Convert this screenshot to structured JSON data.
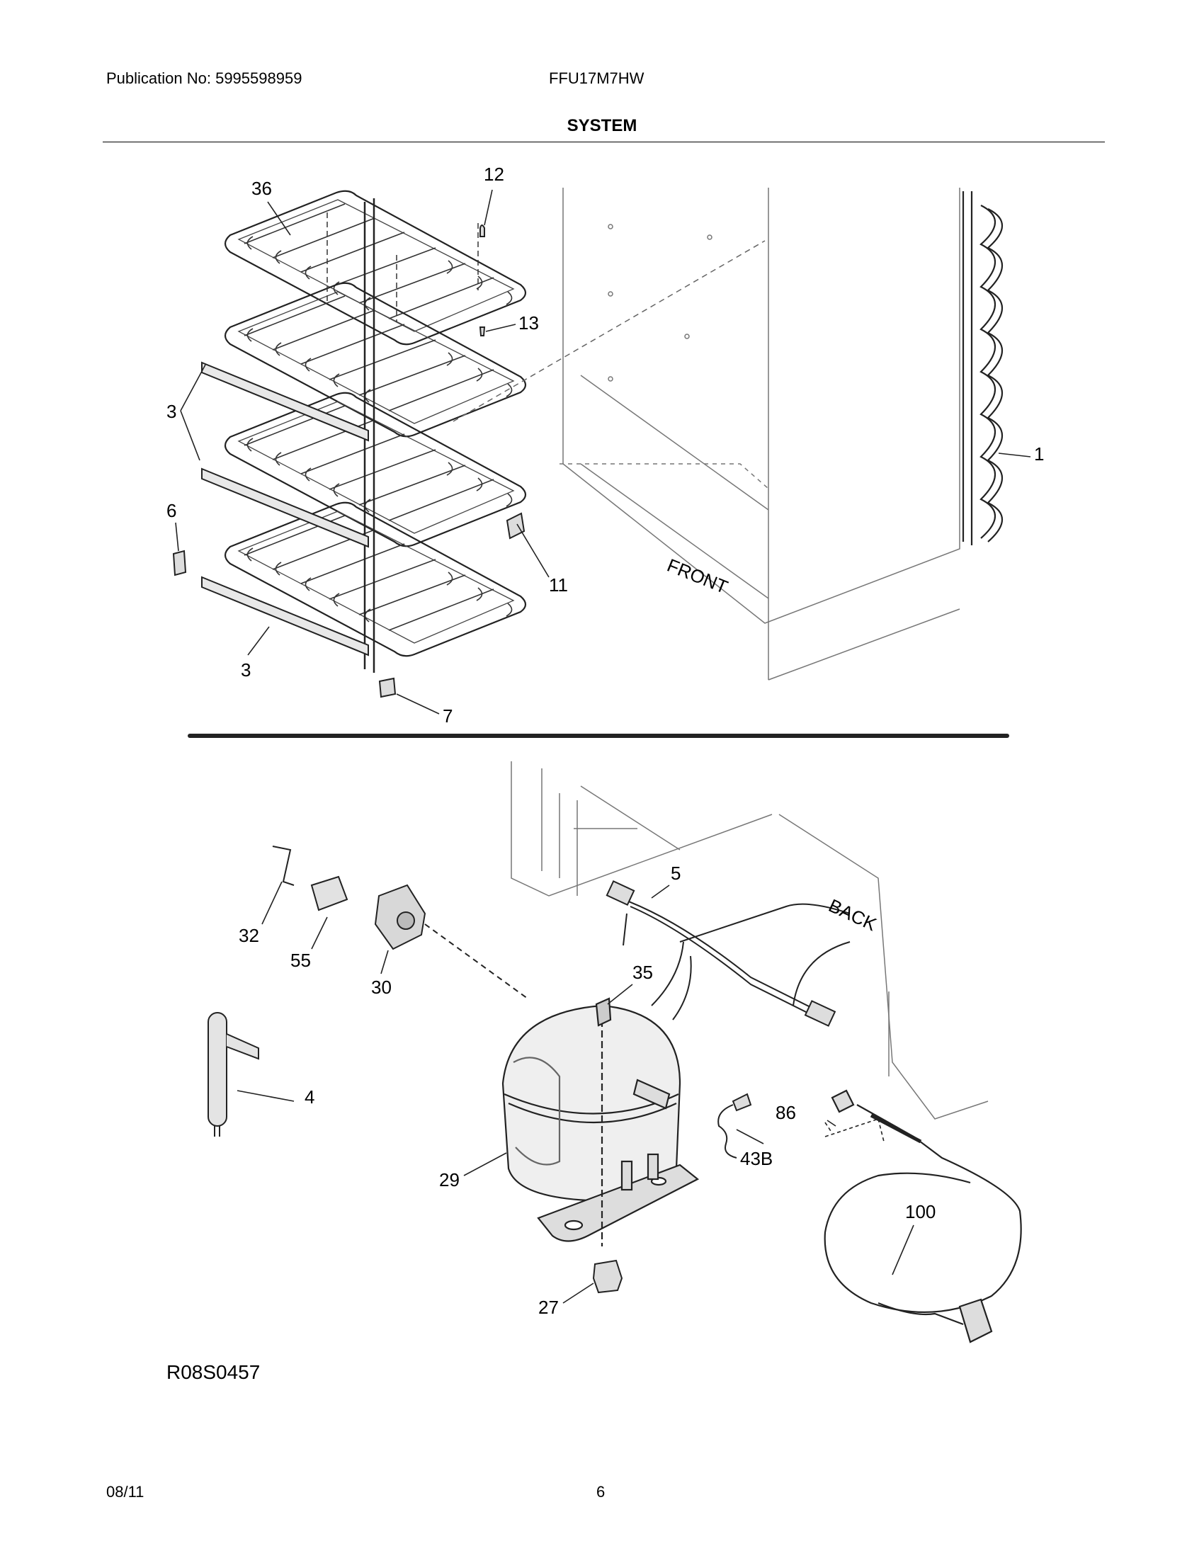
{
  "header": {
    "publication": "Publication No: 5995598959",
    "model": "FFU17M7HW",
    "title": "SYSTEM"
  },
  "diagram": {
    "callouts_top": [
      "36",
      "12",
      "13",
      "3",
      "3",
      "6",
      "11",
      "3",
      "7",
      "1"
    ],
    "callouts_bottom": [
      "5",
      "32",
      "55",
      "30",
      "35",
      "4",
      "86",
      "43B",
      "29",
      "100",
      "27"
    ],
    "orientation_labels": [
      "FRONT",
      "BACK"
    ]
  },
  "footer": {
    "code": "R08S0457",
    "date": "08/11",
    "page": "6"
  }
}
